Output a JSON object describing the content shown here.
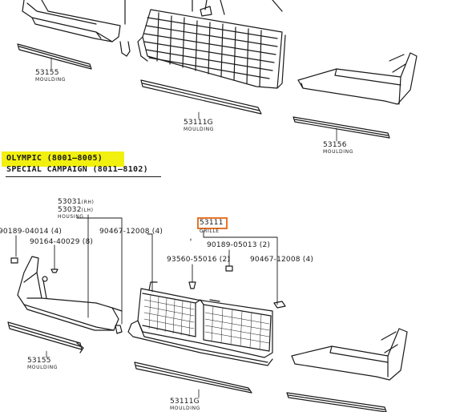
{
  "colors": {
    "highlight": "#f2f00e",
    "selection_border": "#e8742a",
    "ink": "#1a1a1a",
    "background": "#ffffff"
  },
  "header": {
    "line1": "OLYMPIC  (8001–8005)",
    "line2": "SPECIAL  CAMPAIGN  (8011–8102)"
  },
  "top_section": {
    "moulding_53155": {
      "number": "53155",
      "name": "MOULDING"
    },
    "moulding_53111g": {
      "number": "53111G",
      "name": "MOULDING"
    },
    "moulding_53156": {
      "number": "53156",
      "name": "MOULDING"
    }
  },
  "bottom_section": {
    "housing": {
      "numbers": [
        "53031",
        "53032"
      ],
      "suffixes": [
        "(RH)",
        "(LH)"
      ],
      "name": "HOUSING"
    },
    "grille": {
      "number": "53111",
      "name": "GRILLE"
    },
    "fasteners": [
      {
        "number": "90189-04014",
        "qty": "(4)"
      },
      {
        "number": "90164-40029",
        "qty": "(8)"
      },
      {
        "number": "90467-12008",
        "qty": "(4)"
      },
      {
        "number": "90189-05013",
        "qty": "(2)"
      },
      {
        "number": "93560-55016",
        "qty": "(2)"
      },
      {
        "number": "90467-12008",
        "qty": "(4)"
      }
    ],
    "moulding_53155": {
      "number": "53155",
      "name": "MOULDING"
    },
    "moulding_53111g": {
      "number": "53111G",
      "name": "MOULDING"
    }
  }
}
